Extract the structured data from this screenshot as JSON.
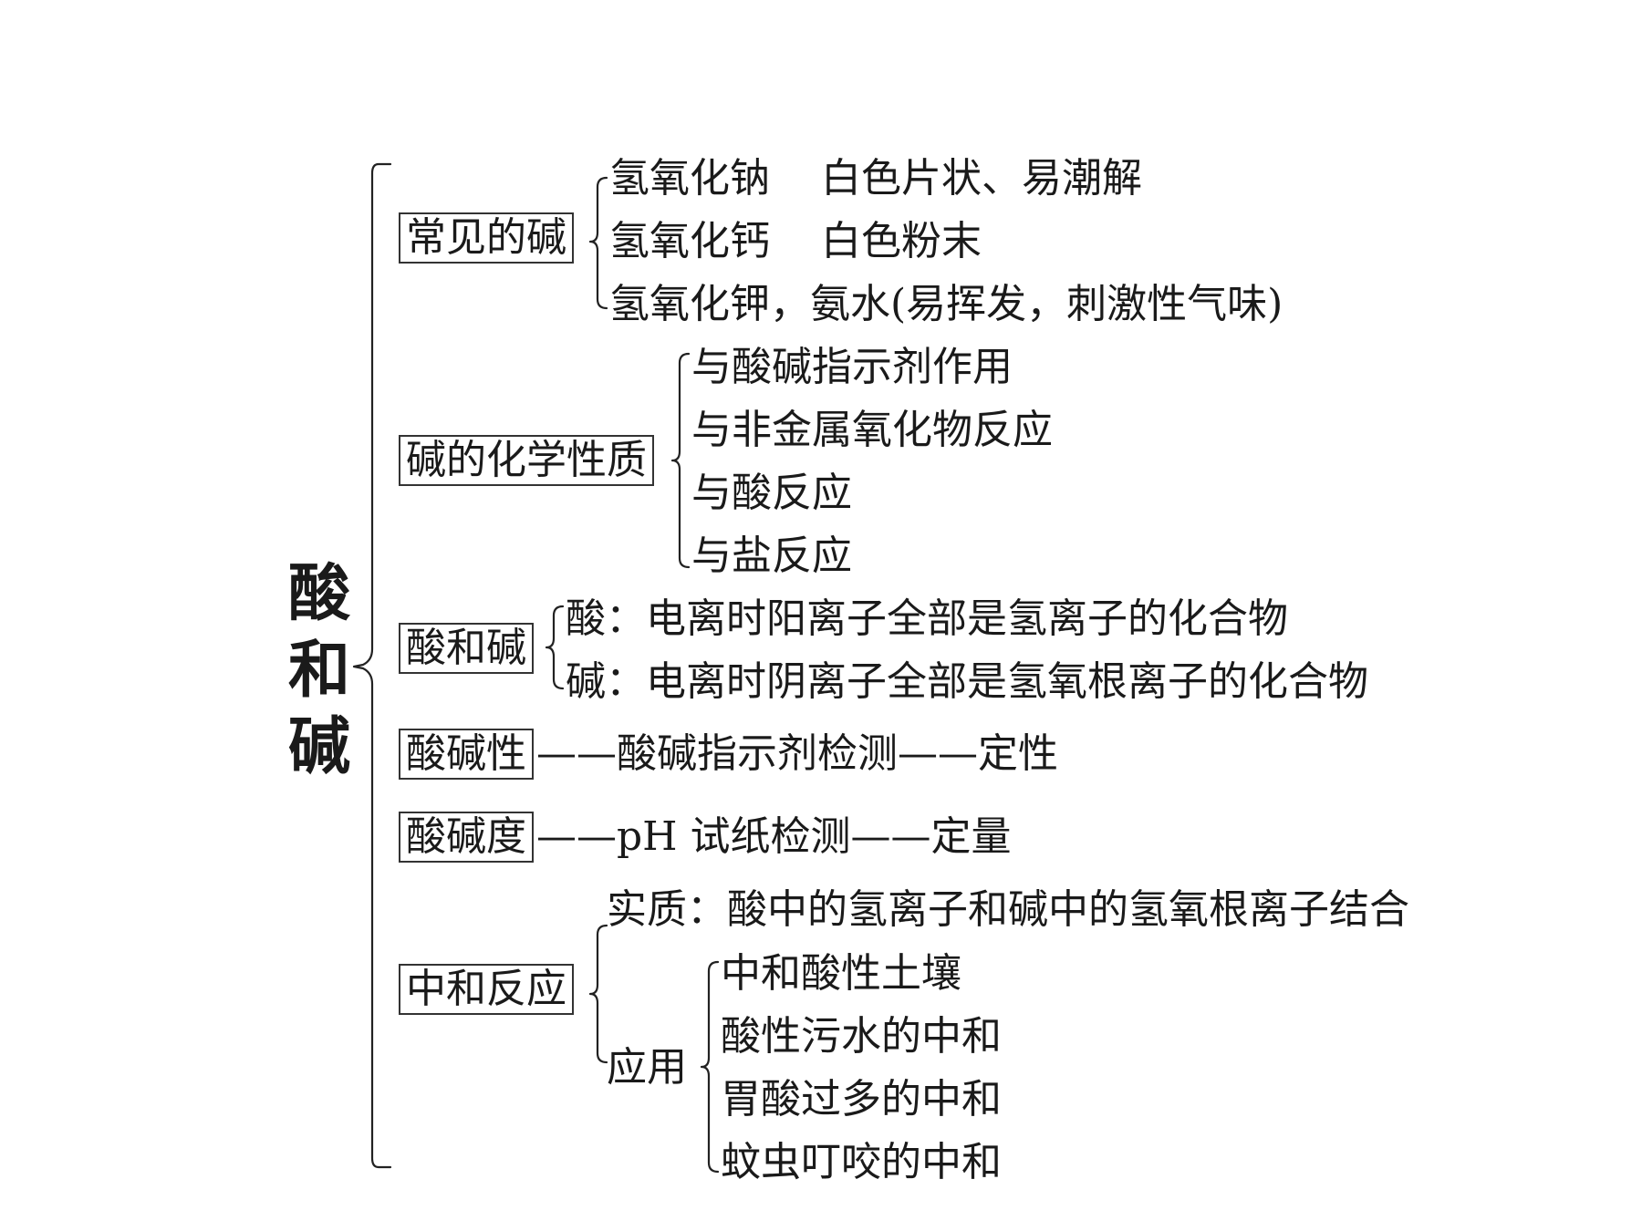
{
  "root": {
    "chars": [
      "酸",
      "和",
      "碱"
    ]
  },
  "branches": {
    "common_bases": {
      "label": "常见的碱",
      "items": [
        {
          "name": "氢氧化钠",
          "desc": "白色片状、易潮解"
        },
        {
          "name": "氢氧化钙",
          "desc": "白色粉末"
        },
        {
          "text": "氢氧化钾，氨水(易挥发，刺激性气味)"
        }
      ]
    },
    "base_chem_props": {
      "label": "碱的化学性质",
      "items": [
        "与酸碱指示剂作用",
        "与非金属氧化物反应",
        "与酸反应",
        "与盐反应"
      ]
    },
    "acid_and_base": {
      "label": "酸和碱",
      "items": [
        "酸：电离时阳离子全部是氢离子的化合物",
        "碱：电离时阴离子全部是氢氧根离子的化合物"
      ]
    },
    "acidity": {
      "label": "酸碱性",
      "text": "——酸碱指示剂检测——定性"
    },
    "ph_degree": {
      "label": "酸碱度",
      "text": "——pH 试纸检测——定量"
    },
    "neutralization": {
      "label": "中和反应",
      "essence": "实质：酸中的氢离子和碱中的氢氧根离子结合",
      "application_label": "应用",
      "applications": [
        "中和酸性土壤",
        "酸性污水的中和",
        "胃酸过多的中和",
        "蚊虫叮咬的中和"
      ]
    }
  }
}
